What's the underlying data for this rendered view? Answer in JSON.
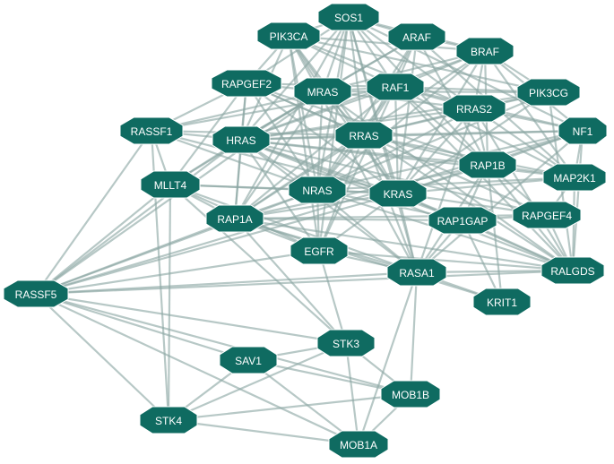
{
  "colors": {
    "node_fill": "#0f6b61",
    "label": "#ffffff",
    "edge": "#8aa7a3"
  },
  "network": {
    "nodes": [
      {
        "id": "SOS1",
        "label": "SOS1"
      },
      {
        "id": "PIK3CA",
        "label": "PIK3CA"
      },
      {
        "id": "ARAF",
        "label": "ARAF"
      },
      {
        "id": "BRAF",
        "label": "BRAF"
      },
      {
        "id": "RAPGEF2",
        "label": "RAPGEF2"
      },
      {
        "id": "PIK3CG",
        "label": "PIK3CG"
      },
      {
        "id": "MRAS",
        "label": "MRAS"
      },
      {
        "id": "RAF1",
        "label": "RAF1"
      },
      {
        "id": "RRAS2",
        "label": "RRAS2"
      },
      {
        "id": "RASSF1",
        "label": "RASSF1"
      },
      {
        "id": "NF1",
        "label": "NF1"
      },
      {
        "id": "HRAS",
        "label": "HRAS"
      },
      {
        "id": "RRAS",
        "label": "RRAS"
      },
      {
        "id": "RAP1B",
        "label": "RAP1B"
      },
      {
        "id": "MAP2K1",
        "label": "MAP2K1"
      },
      {
        "id": "MLLT4",
        "label": "MLLT4"
      },
      {
        "id": "NRAS",
        "label": "NRAS"
      },
      {
        "id": "KRAS",
        "label": "KRAS"
      },
      {
        "id": "RAP1A",
        "label": "RAP1A"
      },
      {
        "id": "RAP1GAP",
        "label": "RAP1GAP"
      },
      {
        "id": "RAPGEF4",
        "label": "RAPGEF4"
      },
      {
        "id": "EGFR",
        "label": "EGFR"
      },
      {
        "id": "RASA1",
        "label": "RASA1"
      },
      {
        "id": "RALGDS",
        "label": "RALGDS"
      },
      {
        "id": "RASSF5",
        "label": "RASSF5"
      },
      {
        "id": "KRIT1",
        "label": "KRIT1"
      },
      {
        "id": "STK3",
        "label": "STK3"
      },
      {
        "id": "SAV1",
        "label": "SAV1"
      },
      {
        "id": "MOB1B",
        "label": "MOB1B"
      },
      {
        "id": "STK4",
        "label": "STK4"
      },
      {
        "id": "MOB1A",
        "label": "MOB1A"
      }
    ],
    "edges": [
      [
        "SOS1",
        "PIK3CA"
      ],
      [
        "SOS1",
        "ARAF"
      ],
      [
        "SOS1",
        "BRAF"
      ],
      [
        "SOS1",
        "MRAS"
      ],
      [
        "SOS1",
        "RAF1"
      ],
      [
        "SOS1",
        "HRAS"
      ],
      [
        "SOS1",
        "NRAS"
      ],
      [
        "SOS1",
        "KRAS"
      ],
      [
        "SOS1",
        "RRAS"
      ],
      [
        "SOS1",
        "RRAS2"
      ],
      [
        "SOS1",
        "EGFR"
      ],
      [
        "SOS1",
        "RAP1A"
      ],
      [
        "SOS1",
        "RAP1B"
      ],
      [
        "SOS1",
        "RASA1"
      ],
      [
        "SOS1",
        "RAPGEF2"
      ],
      [
        "SOS1",
        "NF1"
      ],
      [
        "PIK3CA",
        "HRAS"
      ],
      [
        "PIK3CA",
        "NRAS"
      ],
      [
        "PIK3CA",
        "KRAS"
      ],
      [
        "PIK3CA",
        "MRAS"
      ],
      [
        "PIK3CA",
        "RRAS"
      ],
      [
        "PIK3CA",
        "RRAS2"
      ],
      [
        "PIK3CA",
        "EGFR"
      ],
      [
        "PIK3CA",
        "PIK3CG"
      ],
      [
        "PIK3CA",
        "RAF1"
      ],
      [
        "PIK3CA",
        "BRAF"
      ],
      [
        "PIK3CA",
        "RAPGEF2"
      ],
      [
        "PIK3CA",
        "RASA1"
      ],
      [
        "ARAF",
        "HRAS"
      ],
      [
        "ARAF",
        "NRAS"
      ],
      [
        "ARAF",
        "KRAS"
      ],
      [
        "ARAF",
        "RAF1"
      ],
      [
        "ARAF",
        "BRAF"
      ],
      [
        "ARAF",
        "MAP2K1"
      ],
      [
        "ARAF",
        "MRAS"
      ],
      [
        "ARAF",
        "RRAS"
      ],
      [
        "ARAF",
        "RAP1B"
      ],
      [
        "BRAF",
        "RAF1"
      ],
      [
        "BRAF",
        "HRAS"
      ],
      [
        "BRAF",
        "NRAS"
      ],
      [
        "BRAF",
        "KRAS"
      ],
      [
        "BRAF",
        "MAP2K1"
      ],
      [
        "BRAF",
        "RAP1A"
      ],
      [
        "BRAF",
        "RAP1B"
      ],
      [
        "BRAF",
        "MRAS"
      ],
      [
        "BRAF",
        "RRAS2"
      ],
      [
        "BRAF",
        "PIK3CG"
      ],
      [
        "BRAF",
        "NF1"
      ],
      [
        "RAPGEF2",
        "RAP1A"
      ],
      [
        "RAPGEF2",
        "RAP1B"
      ],
      [
        "RAPGEF2",
        "HRAS"
      ],
      [
        "RAPGEF2",
        "MRAS"
      ],
      [
        "RAPGEF2",
        "RAF1"
      ],
      [
        "RAPGEF2",
        "MLLT4"
      ],
      [
        "RAPGEF2",
        "RRAS"
      ],
      [
        "RAPGEF2",
        "KRAS"
      ],
      [
        "RAPGEF2",
        "NRAS"
      ],
      [
        "RAPGEF2",
        "RASSF1"
      ],
      [
        "RAPGEF2",
        "RAPGEF4"
      ],
      [
        "PIK3CG",
        "HRAS"
      ],
      [
        "PIK3CG",
        "KRAS"
      ],
      [
        "PIK3CG",
        "NRAS"
      ],
      [
        "PIK3CG",
        "RRAS"
      ],
      [
        "PIK3CG",
        "RRAS2"
      ],
      [
        "PIK3CG",
        "RAF1"
      ],
      [
        "PIK3CG",
        "RALGDS"
      ],
      [
        "PIK3CG",
        "MRAS"
      ],
      [
        "MRAS",
        "RAF1"
      ],
      [
        "MRAS",
        "RRAS"
      ],
      [
        "MRAS",
        "KRAS"
      ],
      [
        "MRAS",
        "NRAS"
      ],
      [
        "MRAS",
        "HRAS"
      ],
      [
        "MRAS",
        "RRAS2"
      ],
      [
        "MRAS",
        "RAP1A"
      ],
      [
        "MRAS",
        "RASSF5"
      ],
      [
        "MRAS",
        "RALGDS"
      ],
      [
        "MRAS",
        "MLLT4"
      ],
      [
        "RAF1",
        "HRAS"
      ],
      [
        "RAF1",
        "NRAS"
      ],
      [
        "RAF1",
        "KRAS"
      ],
      [
        "RAF1",
        "RRAS"
      ],
      [
        "RAF1",
        "RRAS2"
      ],
      [
        "RAF1",
        "MAP2K1"
      ],
      [
        "RAF1",
        "RAP1A"
      ],
      [
        "RAF1",
        "RAP1B"
      ],
      [
        "RAF1",
        "EGFR"
      ],
      [
        "RAF1",
        "RASSF1"
      ],
      [
        "RAF1",
        "NF1"
      ],
      [
        "RAF1",
        "RALGDS"
      ],
      [
        "RRAS2",
        "RRAS"
      ],
      [
        "RRAS2",
        "KRAS"
      ],
      [
        "RRAS2",
        "NRAS"
      ],
      [
        "RRAS2",
        "HRAS"
      ],
      [
        "RRAS2",
        "RALGDS"
      ],
      [
        "RRAS2",
        "RAP1B"
      ],
      [
        "RRAS2",
        "NF1"
      ],
      [
        "RRAS2",
        "RASA1"
      ],
      [
        "RRAS2",
        "MAP2K1"
      ],
      [
        "RASSF1",
        "HRAS"
      ],
      [
        "RASSF1",
        "KRAS"
      ],
      [
        "RASSF1",
        "MRAS"
      ],
      [
        "RASSF1",
        "MLLT4"
      ],
      [
        "RASSF1",
        "RASSF5"
      ],
      [
        "RASSF1",
        "RRAS"
      ],
      [
        "RASSF1",
        "STK4"
      ],
      [
        "RASSF1",
        "NRAS"
      ],
      [
        "NF1",
        "HRAS"
      ],
      [
        "NF1",
        "NRAS"
      ],
      [
        "NF1",
        "KRAS"
      ],
      [
        "NF1",
        "RRAS"
      ],
      [
        "NF1",
        "RAP1B"
      ],
      [
        "NF1",
        "MAP2K1"
      ],
      [
        "NF1",
        "RALGDS"
      ],
      [
        "NF1",
        "RASA1"
      ],
      [
        "HRAS",
        "RRAS"
      ],
      [
        "HRAS",
        "NRAS"
      ],
      [
        "HRAS",
        "KRAS"
      ],
      [
        "HRAS",
        "RAP1A"
      ],
      [
        "HRAS",
        "RAP1B"
      ],
      [
        "HRAS",
        "EGFR"
      ],
      [
        "HRAS",
        "RASA1"
      ],
      [
        "HRAS",
        "RALGDS"
      ],
      [
        "HRAS",
        "MLLT4"
      ],
      [
        "HRAS",
        "MAP2K1"
      ],
      [
        "HRAS",
        "RAP1GAP"
      ],
      [
        "HRAS",
        "RAPGEF4"
      ],
      [
        "RRAS",
        "KRAS"
      ],
      [
        "RRAS",
        "NRAS"
      ],
      [
        "RRAS",
        "RAP1B"
      ],
      [
        "RRAS",
        "RASA1"
      ],
      [
        "RRAS",
        "RALGDS"
      ],
      [
        "RRAS",
        "MAP2K1"
      ],
      [
        "RRAS",
        "RAP1A"
      ],
      [
        "RRAS",
        "EGFR"
      ],
      [
        "RAP1B",
        "RAP1GAP"
      ],
      [
        "RAP1B",
        "RAPGEF4"
      ],
      [
        "RAP1B",
        "KRIT1"
      ],
      [
        "RAP1B",
        "RALGDS"
      ],
      [
        "RAP1B",
        "KRAS"
      ],
      [
        "RAP1B",
        "MAP2K1"
      ],
      [
        "RAP1B",
        "RAP1A"
      ],
      [
        "RAP1B",
        "RASA1"
      ],
      [
        "MAP2K1",
        "KRAS"
      ],
      [
        "MAP2K1",
        "NRAS"
      ],
      [
        "MAP2K1",
        "RALGDS"
      ],
      [
        "MAP2K1",
        "RAPGEF4"
      ],
      [
        "MLLT4",
        "RAP1A"
      ],
      [
        "MLLT4",
        "NRAS"
      ],
      [
        "MLLT4",
        "KRAS"
      ],
      [
        "MLLT4",
        "RASSF5"
      ],
      [
        "MLLT4",
        "STK4"
      ],
      [
        "MLLT4",
        "STK3"
      ],
      [
        "MLLT4",
        "EGFR"
      ],
      [
        "MLLT4",
        "RASA1"
      ],
      [
        "NRAS",
        "KRAS"
      ],
      [
        "NRAS",
        "EGFR"
      ],
      [
        "NRAS",
        "RAP1A"
      ],
      [
        "NRAS",
        "RASA1"
      ],
      [
        "NRAS",
        "RALGDS"
      ],
      [
        "NRAS",
        "RAP1GAP"
      ],
      [
        "NRAS",
        "RASSF5"
      ],
      [
        "KRAS",
        "EGFR"
      ],
      [
        "KRAS",
        "RASA1"
      ],
      [
        "KRAS",
        "RALGDS"
      ],
      [
        "KRAS",
        "RAP1GAP"
      ],
      [
        "KRAS",
        "RASSF5"
      ],
      [
        "KRAS",
        "RAP1A"
      ],
      [
        "KRAS",
        "RAPGEF4"
      ],
      [
        "RAP1A",
        "RAP1GAP"
      ],
      [
        "RAP1A",
        "RASSF5"
      ],
      [
        "RAP1A",
        "EGFR"
      ],
      [
        "RAP1A",
        "RAPGEF4"
      ],
      [
        "RAP1A",
        "RASA1"
      ],
      [
        "RAP1A",
        "KRIT1"
      ],
      [
        "RAP1A",
        "STK3"
      ],
      [
        "RAP1A",
        "RALGDS"
      ],
      [
        "RAP1GAP",
        "RAPGEF4"
      ],
      [
        "RAP1GAP",
        "RALGDS"
      ],
      [
        "RAP1GAP",
        "RASA1"
      ],
      [
        "RAP1GAP",
        "KRIT1"
      ],
      [
        "RAPGEF4",
        "RALGDS"
      ],
      [
        "EGFR",
        "RASA1"
      ],
      [
        "EGFR",
        "RASSF5"
      ],
      [
        "EGFR",
        "STK3"
      ],
      [
        "EGFR",
        "RALGDS"
      ],
      [
        "RASA1",
        "RALGDS"
      ],
      [
        "RASA1",
        "KRIT1"
      ],
      [
        "RASA1",
        "MOB1B"
      ],
      [
        "RASA1",
        "MOB1A"
      ],
      [
        "RASA1",
        "RASSF5"
      ],
      [
        "RASSF5",
        "STK4"
      ],
      [
        "RASSF5",
        "STK3"
      ],
      [
        "RASSF5",
        "SAV1"
      ],
      [
        "RASSF5",
        "MOB1A"
      ],
      [
        "RASSF5",
        "MOB1B"
      ],
      [
        "RASSF5",
        "RALGDS"
      ],
      [
        "RASSF5",
        "HRAS"
      ],
      [
        "RASSF5",
        "NF1"
      ],
      [
        "STK3",
        "SAV1"
      ],
      [
        "STK3",
        "MOB1B"
      ],
      [
        "STK3",
        "MOB1A"
      ],
      [
        "STK3",
        "STK4"
      ],
      [
        "SAV1",
        "MOB1B"
      ],
      [
        "SAV1",
        "MOB1A"
      ],
      [
        "SAV1",
        "STK4"
      ],
      [
        "STK4",
        "MOB1A"
      ],
      [
        "STK4",
        "MOB1B"
      ],
      [
        "MOB1B",
        "MOB1A"
      ]
    ]
  }
}
